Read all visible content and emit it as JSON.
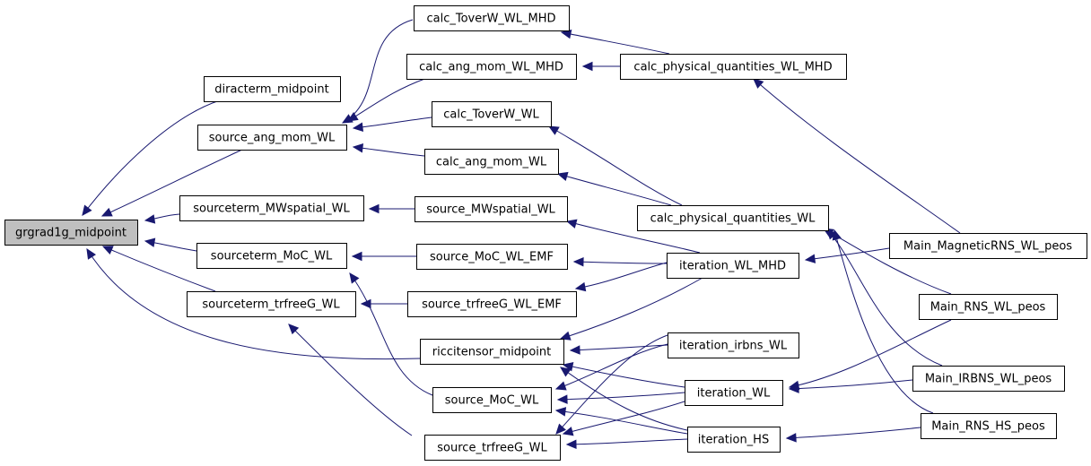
{
  "diagram": {
    "type": "call-graph",
    "direction": "right-to-left",
    "colors": {
      "edge": "#191970",
      "root_fill": "#bfbfbf",
      "node_fill": "#ffffff",
      "node_border": "#000000"
    },
    "nodes": [
      {
        "id": "grgrad1g_midpoint",
        "label": "grgrad1g_midpoint",
        "root": true
      },
      {
        "id": "diracterm_midpoint",
        "label": "diracterm_midpoint"
      },
      {
        "id": "source_ang_mom_WL",
        "label": "source_ang_mom_WL"
      },
      {
        "id": "sourceterm_MWspatial_WL",
        "label": "sourceterm_MWspatial_WL"
      },
      {
        "id": "sourceterm_MoC_WL",
        "label": "sourceterm_MoC_WL"
      },
      {
        "id": "sourceterm_trfreeG_WL",
        "label": "sourceterm_trfreeG_WL"
      },
      {
        "id": "calc_TоverW_WL_MHD",
        "label": "calc_ToverW_WL_MHD"
      },
      {
        "id": "calc_ang_mom_WL_MHD",
        "label": "calc_ang_mom_WL_MHD"
      },
      {
        "id": "calc_ToverW_WL",
        "label": "calc_ToverW_WL"
      },
      {
        "id": "calc_ang_mom_WL",
        "label": "calc_ang_mom_WL"
      },
      {
        "id": "source_MWspatial_WL",
        "label": "source_MWspatial_WL"
      },
      {
        "id": "source_MoC_WL_EMF",
        "label": "source_MoC_WL_EMF"
      },
      {
        "id": "source_trfreeG_WL_EMF",
        "label": "source_trfreeG_WL_EMF"
      },
      {
        "id": "riccitensor_midpoint",
        "label": "riccitensor_midpoint"
      },
      {
        "id": "source_MoC_WL",
        "label": "source_MoC_WL"
      },
      {
        "id": "source_trfreeG_WL",
        "label": "source_trfreeG_WL"
      },
      {
        "id": "calc_physical_quantities_WL_MHD",
        "label": "calc_physical_quantities_WL_MHD"
      },
      {
        "id": "calc_physical_quantities_WL",
        "label": "calc_physical_quantities_WL"
      },
      {
        "id": "iteration_WL_MHD",
        "label": "iteration_WL_MHD"
      },
      {
        "id": "iteration_irbns_WL",
        "label": "iteration_irbns_WL"
      },
      {
        "id": "iteration_WL",
        "label": "iteration_WL"
      },
      {
        "id": "iteration_HS",
        "label": "iteration_HS"
      },
      {
        "id": "Main_MagneticRNS_WL_peos",
        "label": "Main_MagneticRNS_WL_peos"
      },
      {
        "id": "Main_RNS_WL_peos",
        "label": "Main_RNS_WL_peos"
      },
      {
        "id": "Main_IRBNS_WL_peos",
        "label": "Main_IRBNS_WL_peos"
      },
      {
        "id": "Main_RNS_HS_peos",
        "label": "Main_RNS_HS_peos"
      }
    ],
    "edges": [
      {
        "to": "grgrad1g_midpoint",
        "from": "diracterm_midpoint"
      },
      {
        "to": "grgrad1g_midpoint",
        "from": "source_ang_mom_WL"
      },
      {
        "to": "grgrad1g_midpoint",
        "from": "sourceterm_MWspatial_WL"
      },
      {
        "to": "grgrad1g_midpoint",
        "from": "sourceterm_MoC_WL"
      },
      {
        "to": "grgrad1g_midpoint",
        "from": "sourceterm_trfreeG_WL"
      },
      {
        "to": "grgrad1g_midpoint",
        "from": "riccitensor_midpoint"
      },
      {
        "to": "source_ang_mom_WL",
        "from": "calc_TоverW_WL_MHD"
      },
      {
        "to": "source_ang_mom_WL",
        "from": "calc_ang_mom_WL_MHD"
      },
      {
        "to": "source_ang_mom_WL",
        "from": "calc_ToverW_WL"
      },
      {
        "to": "source_ang_mom_WL",
        "from": "calc_ang_mom_WL"
      },
      {
        "to": "sourceterm_MWspatial_WL",
        "from": "source_MWspatial_WL"
      },
      {
        "to": "sourceterm_MoC_WL",
        "from": "source_MoC_WL_EMF"
      },
      {
        "to": "sourceterm_MoC_WL",
        "from": "source_MoC_WL"
      },
      {
        "to": "sourceterm_trfreeG_WL",
        "from": "source_trfreeG_WL_EMF"
      },
      {
        "to": "sourceterm_trfreeG_WL",
        "from": "source_trfreeG_WL"
      },
      {
        "to": "calc_TоverW_WL_MHD",
        "from": "calc_physical_quantities_WL_MHD"
      },
      {
        "to": "calc_ang_mom_WL_MHD",
        "from": "calc_physical_quantities_WL_MHD"
      },
      {
        "to": "calc_ToverW_WL",
        "from": "calc_physical_quantities_WL"
      },
      {
        "to": "calc_ang_mom_WL",
        "from": "calc_physical_quantities_WL"
      },
      {
        "to": "source_MWspatial_WL",
        "from": "iteration_WL_MHD"
      },
      {
        "to": "source_MoC_WL_EMF",
        "from": "iteration_WL_MHD"
      },
      {
        "to": "source_trfreeG_WL_EMF",
        "from": "iteration_WL_MHD"
      },
      {
        "to": "riccitensor_midpoint",
        "from": "iteration_WL_MHD"
      },
      {
        "to": "riccitensor_midpoint",
        "from": "iteration_irbns_WL"
      },
      {
        "to": "riccitensor_midpoint",
        "from": "iteration_WL"
      },
      {
        "to": "riccitensor_midpoint",
        "from": "iteration_HS"
      },
      {
        "to": "source_MoC_WL",
        "from": "iteration_irbns_WL"
      },
      {
        "to": "source_MoC_WL",
        "from": "iteration_WL"
      },
      {
        "to": "source_MoC_WL",
        "from": "iteration_HS"
      },
      {
        "to": "source_trfreeG_WL",
        "from": "iteration_irbns_WL"
      },
      {
        "to": "source_trfreeG_WL",
        "from": "iteration_WL"
      },
      {
        "to": "source_trfreeG_WL",
        "from": "iteration_HS"
      },
      {
        "to": "calc_physical_quantities_WL_MHD",
        "from": "Main_MagneticRNS_WL_peos"
      },
      {
        "to": "calc_physical_quantities_WL",
        "from": "Main_RNS_WL_peos"
      },
      {
        "to": "calc_physical_quantities_WL",
        "from": "Main_IRBNS_WL_peos"
      },
      {
        "to": "calc_physical_quantities_WL",
        "from": "Main_RNS_HS_peos"
      },
      {
        "to": "iteration_WL_MHD",
        "from": "Main_MagneticRNS_WL_peos"
      },
      {
        "to": "iteration_WL",
        "from": "Main_RNS_WL_peos"
      },
      {
        "to": "iteration_WL",
        "from": "Main_IRBNS_WL_peos"
      },
      {
        "to": "iteration_HS",
        "from": "Main_RNS_HS_peos"
      }
    ]
  }
}
